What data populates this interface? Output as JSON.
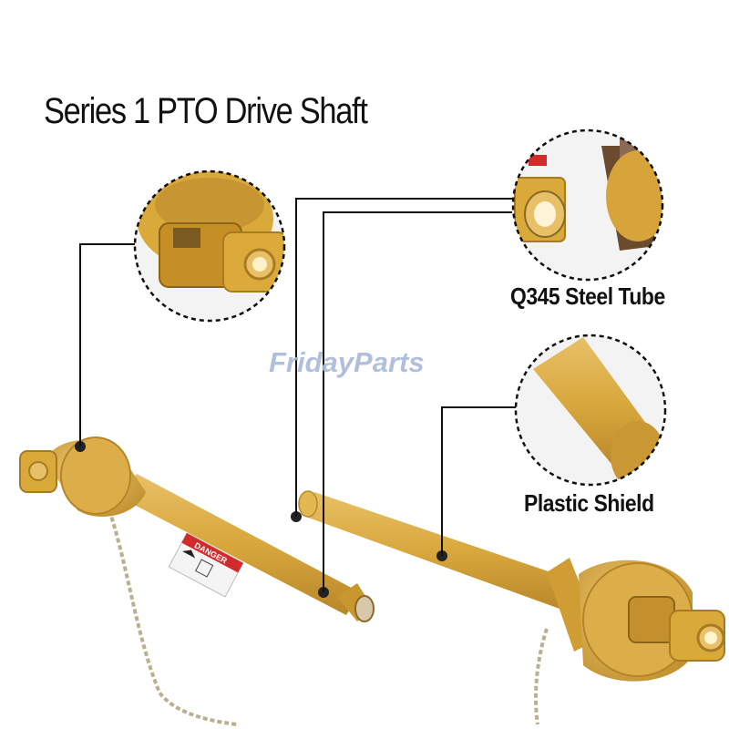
{
  "title": "Series 1 PTO Drive Shaft",
  "callouts": {
    "steel_tube": "Q345 Steel Tube",
    "plastic_shield": "Plastic Shield"
  },
  "watermark": "FridayParts",
  "warning_label": "DANGER",
  "colors": {
    "shaft_yellow": "#d9a93a",
    "shield_yellow": "#e0b34a",
    "line_black": "#111111",
    "watermark_blue": "#aab9d8",
    "warning_red": "#d22b2b"
  }
}
